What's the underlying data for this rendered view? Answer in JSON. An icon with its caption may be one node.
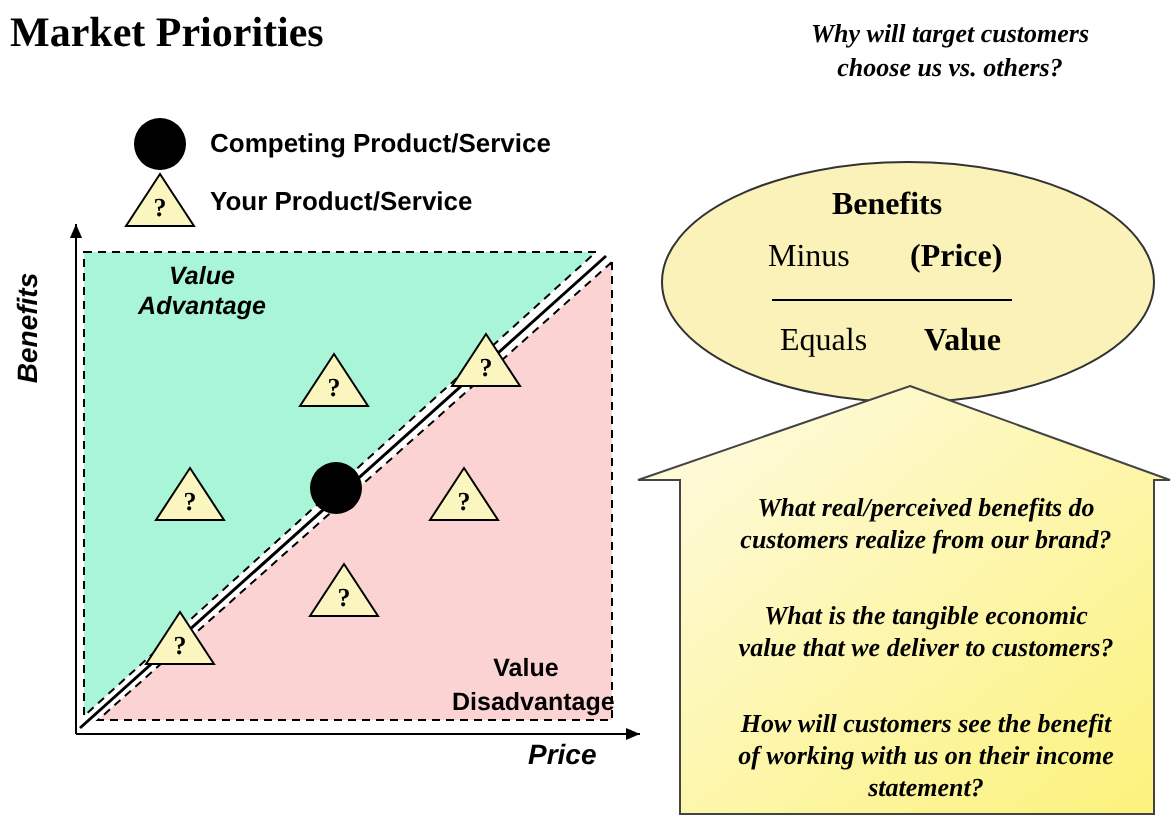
{
  "diagram": {
    "title": "Market Priorities",
    "nodes": [
      {
        "text": [],
        "shape": "circle"
      },
      {
        "text": [
          "?"
        ]
      },
      {
        "text": [
          "?"
        ]
      },
      {
        "text": [
          "?"
        ]
      },
      {
        "text": [
          "?"
        ]
      },
      {
        "text": [],
        "shape": "circle"
      },
      {
        "text": [
          "?"
        ]
      },
      {
        "text": [
          "?"
        ]
      },
      {
        "text": [
          "?"
        ]
      },
      {
        "text": [
          "Benefits",
          "Minus",
          "(Price)",
          "Equals",
          "Value"
        ]
      },
      {
        "text": [
          "What real/perceived benefits do customers realize from our brand?",
          "What is the tangible economic value that we deliver to customers?",
          "How will customers see the benefit of working with us on their income statement?"
        ]
      }
    ],
    "edges": [],
    "labels": [
      "Why will target customers choose us vs. others?",
      "Value Advantage",
      "Benefits",
      "Value Disadvantage",
      "Price"
    ],
    "legend": [
      {
        "text": "Competing Product/Service"
      },
      {
        "text": "Your Product/Service"
      }
    ]
  }
}
